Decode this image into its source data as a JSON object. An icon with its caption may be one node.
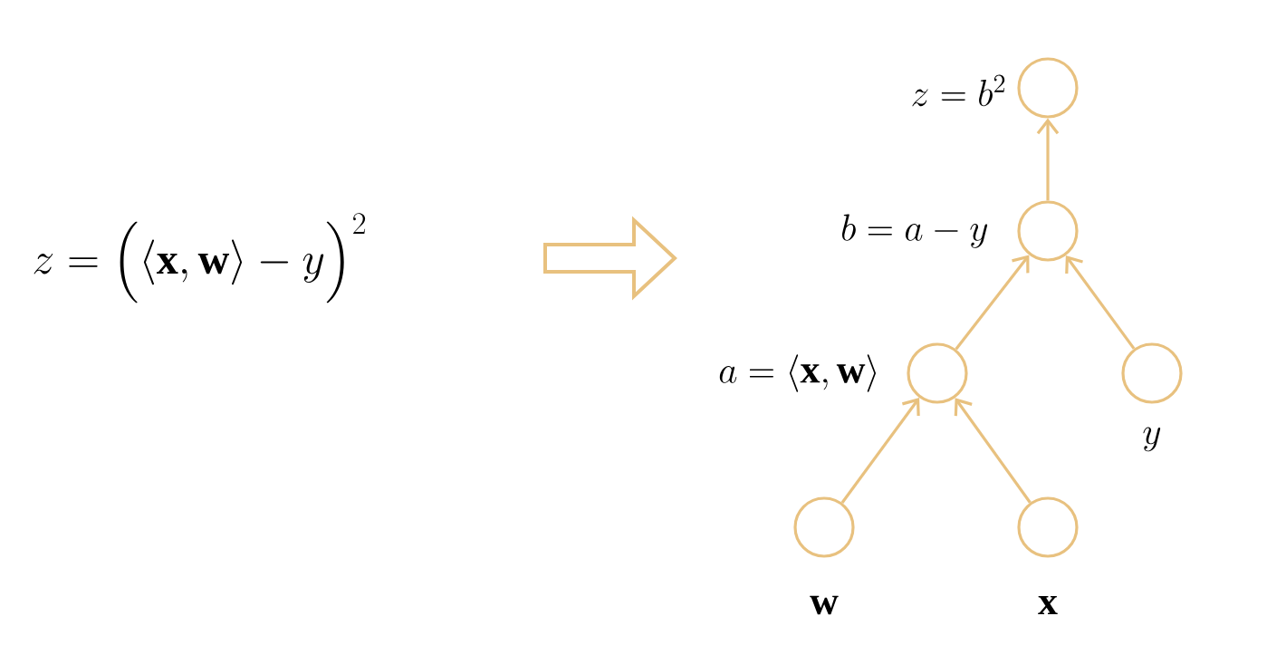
{
  "diagram": {
    "nodes": [
      {
        "text": [],
        "shape": "circle",
        "beside": [
          "z = b^2"
        ]
      },
      {
        "text": [],
        "shape": "circle",
        "beside": [
          "b = a - y"
        ]
      },
      {
        "text": [],
        "shape": "circle",
        "beside": [
          "a = \\langle \\mathbf{x}, \\mathbf{w} \\rangle"
        ]
      },
      {
        "text": [],
        "shape": "circle",
        "beside": [
          "y"
        ]
      },
      {
        "text": [],
        "shape": "circle",
        "beside": [
          "\\mathbf{w}"
        ]
      },
      {
        "text": [],
        "shape": "circle",
        "beside": [
          "\\mathbf{x}"
        ]
      }
    ],
    "edges": [
      {
        "from": 4,
        "to": 2,
        "arrow": "to"
      },
      {
        "from": 5,
        "to": 2,
        "arrow": "to"
      },
      {
        "from": 2,
        "to": 1,
        "arrow": "to"
      },
      {
        "from": 3,
        "to": 1,
        "arrow": "to"
      },
      {
        "from": 1,
        "to": 0,
        "arrow": "to"
      }
    ],
    "labels": [
      "z = \\Big(\\langle \\mathbf{x}, \\mathbf{w} \\rangle - y\\Big)^2"
    ]
  }
}
